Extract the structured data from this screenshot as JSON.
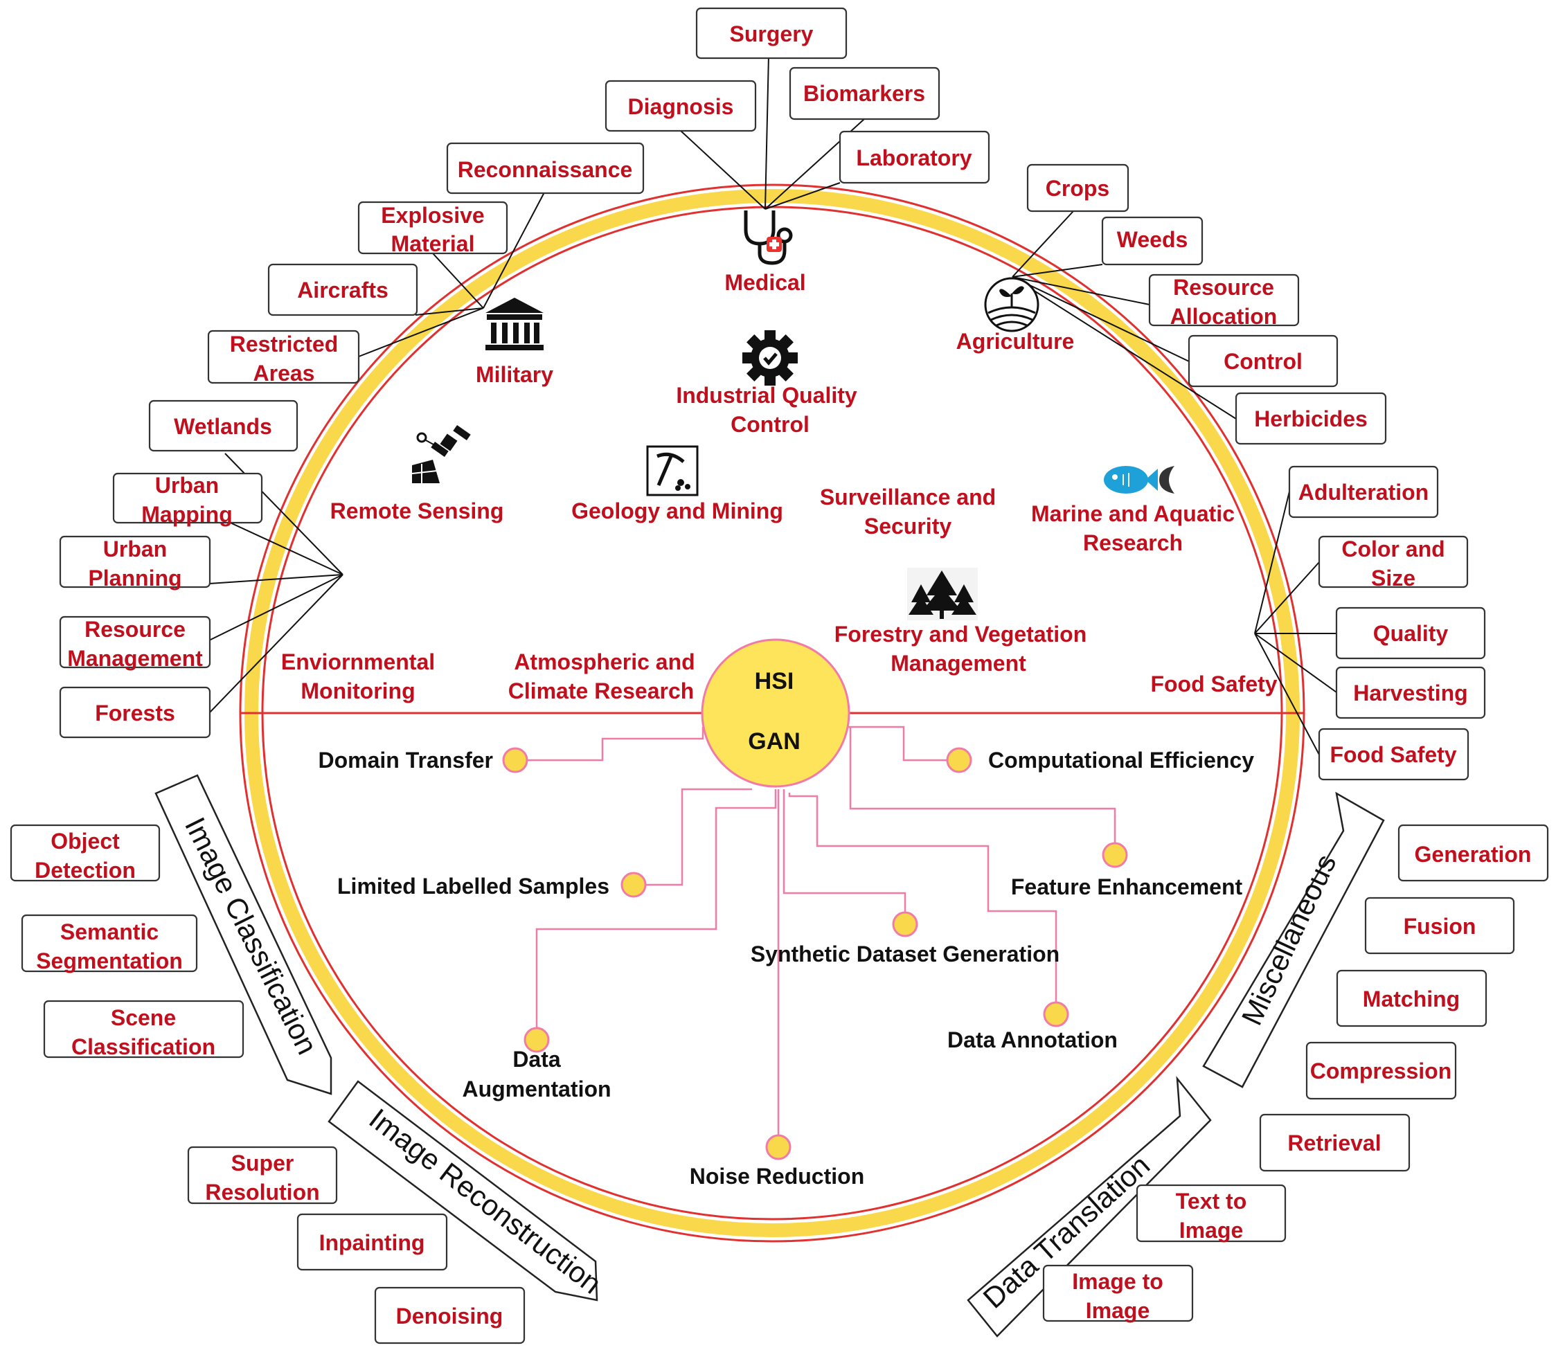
{
  "center": {
    "top_label": "HSI",
    "bottom_label": "GAN"
  },
  "domains": {
    "medical": "Medical",
    "military": "Military",
    "industrial": [
      "Industrial Quality",
      "Control"
    ],
    "agriculture": "Agriculture",
    "remote_sensing": "Remote Sensing",
    "geology": "Geology and Mining",
    "surveillance": [
      "Surveillance and",
      "Security"
    ],
    "marine": [
      "Marine and Aquatic",
      "Research"
    ],
    "forestry": [
      "Forestry and Vegetation",
      "Management"
    ],
    "environmental": [
      "Enviornmental",
      "Monitoring"
    ],
    "atmospheric": [
      "Atmospheric and",
      "Climate Research"
    ],
    "food_safety": "Food Safety"
  },
  "medical_boxes": [
    "Surgery",
    "Diagnosis",
    "Biomarkers",
    "Laboratory"
  ],
  "military_boxes": {
    "reconnaissance": "Reconnaissance",
    "explosive": [
      "Explosive",
      "Material"
    ],
    "aircrafts": "Aircrafts",
    "restricted": [
      "Restricted",
      "Areas"
    ]
  },
  "agriculture_boxes": {
    "crops": "Crops",
    "weeds": "Weeds",
    "resource": [
      "Resource",
      "Allocation"
    ],
    "control": "Control",
    "herbicides": "Herbicides"
  },
  "environment_boxes": {
    "wetlands": "Wetlands",
    "urban_mapping": [
      "Urban",
      "Mapping"
    ],
    "urban_planning": [
      "Urban",
      "Planning"
    ],
    "resource_management": [
      "Resource",
      "Management"
    ],
    "forests": "Forests"
  },
  "food_boxes": {
    "adulteration": "Adulteration",
    "color_size": [
      "Color and",
      "Size"
    ],
    "quality": "Quality",
    "harvesting": "Harvesting",
    "food_safety": "Food Safety"
  },
  "challenges": {
    "domain_transfer": "Domain Transfer",
    "computational_efficiency": "Computational Efficiency",
    "limited_labelled": "Limited Labelled Samples",
    "feature_enhancement": "Feature Enhancement",
    "synthetic_dataset": "Synthetic Dataset Generation",
    "data_augmentation": [
      "Data",
      "Augmentation"
    ],
    "data_annotation": "Data Annotation",
    "noise_reduction": "Noise Reduction"
  },
  "tasks": {
    "image_classification": {
      "label": "Image Classification",
      "items": {
        "object_detection": [
          "Object",
          "Detection"
        ],
        "semantic_segmentation": [
          "Semantic",
          "Segmentation"
        ],
        "scene_classification": [
          "Scene",
          "Classification"
        ]
      }
    },
    "image_reconstruction": {
      "label": "Image Reconstruction",
      "items": {
        "super_resolution": [
          "Super",
          "Resolution"
        ],
        "inpainting": "Inpainting",
        "denoising": "Denoising"
      }
    },
    "data_translation": {
      "label": "Data Translation",
      "items": {
        "text_to_image": [
          "Text to",
          "Image"
        ],
        "image_to_image": [
          "Image to",
          "Image"
        ]
      }
    },
    "miscellaneous": {
      "label": "Miscellaneous",
      "items": {
        "generation": "Generation",
        "fusion": "Fusion",
        "matching": "Matching",
        "compression": "Compression",
        "retrieval": "Retrieval"
      }
    }
  },
  "colors": {
    "ring": "#f9d84c",
    "ring_outline": "#e03030",
    "label_red": "#c0101e",
    "connector_pink": "#f27aa6",
    "center_fill": "#fde45a"
  },
  "icons": [
    "stethoscope-icon",
    "museum-icon",
    "gear-check-icon",
    "leaf-globe-icon",
    "satellite-icon",
    "pickaxe-icon",
    "fish-icon",
    "pine-trees-icon"
  ]
}
